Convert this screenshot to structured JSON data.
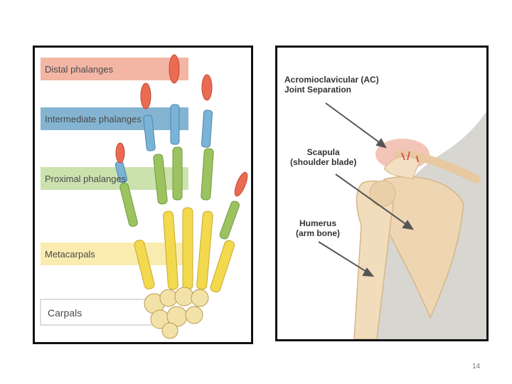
{
  "hand": {
    "labels": {
      "distal": "Distal phalanges",
      "intermediate": "Intermediate phalanges",
      "proximal": "Proximal phalanges",
      "metacarpals": "Metacarpals",
      "carpals": "Carpals"
    },
    "colors": {
      "distal": "#f0a48e",
      "intermediate": "#6fa7c9",
      "proximal": "#a8cf7a",
      "metacarpals": "#f6df7a",
      "carpals": "#ffffff"
    }
  },
  "shoulder": {
    "labels": {
      "ac_line1": "Acromioclavicular (AC)",
      "ac_line2": "Joint Separation",
      "scapula_line1": "Scapula",
      "scapula_line2": "(shoulder blade)",
      "humerus_line1": "Humerus",
      "humerus_line2": "(arm bone)"
    }
  },
  "page_number": "14"
}
